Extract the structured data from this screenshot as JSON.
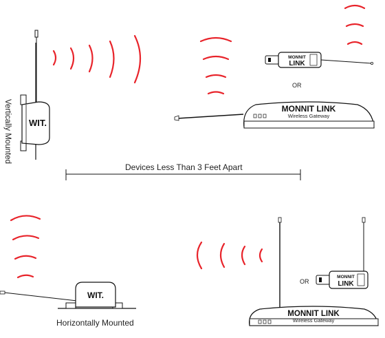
{
  "labels": {
    "vertically_mounted": "Vertically Mounted",
    "horizontally_mounted": "Horizontally Mounted",
    "distance": "Devices Less Than 3 Feet Apart",
    "or_top": "OR",
    "or_bottom": "OR"
  },
  "device_text": {
    "wit_top": "WIT.",
    "wit_bottom": "WIT.",
    "gateway_brand_top": "MONNIT LINK",
    "gateway_sub_top": "Wireless Gateway",
    "gateway_brand_bottom": "MONNIT LINK",
    "gateway_sub_bottom": "Wireless Gateway",
    "usb_line1_top": "MONNIT",
    "usb_line2_top": "LINK",
    "usb_line1_bottom": "MONNIT",
    "usb_line2_bottom": "LINK"
  },
  "colors": {
    "signal": "#e8232a",
    "outline": "#111111"
  }
}
